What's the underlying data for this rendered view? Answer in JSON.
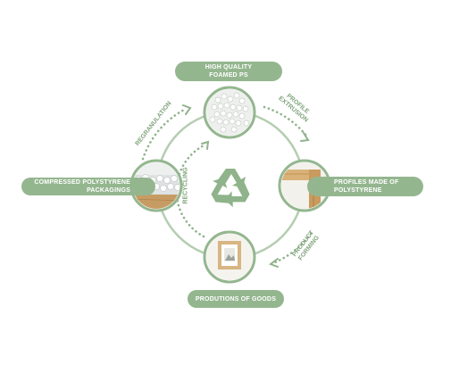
{
  "nodes": {
    "top": {
      "label_line1": "HIGH QUALITY",
      "label_line2": "FOAMED PS"
    },
    "right": {
      "label_line1": "PROFILES MADE OF",
      "label_line2": "POLYSTYRENE"
    },
    "bottom": {
      "label": "PRODUTIONS OF GOODS"
    },
    "left": {
      "label_line1": "COMPRESSED POLYSTYRENE",
      "label_line2": "PACKAGINGS"
    }
  },
  "steps": {
    "regranulation": "REGRANULATION",
    "profile_extrusion_line1": "PROFILE",
    "profile_extrusion_line2": "EXTRUSION",
    "product_forming_line1": "PRODUCT",
    "product_forming_line2": "FORMING",
    "recycling": "RECYCLING"
  },
  "icons": {
    "center": "recycle-icon",
    "top": "foam-beads-icon",
    "right": "wood-profile-icon",
    "bottom": "picture-frame-icon",
    "left": "compressed-foam-icon"
  },
  "colors": {
    "accent": "#94b68f",
    "ring": "#b4cdb0",
    "dots": "#8fb38a",
    "recycle": "#8fb38a"
  }
}
